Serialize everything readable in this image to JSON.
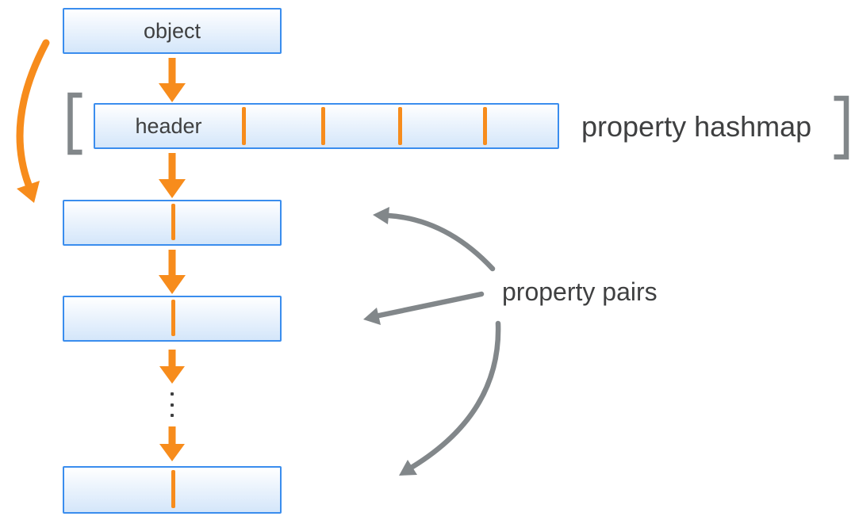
{
  "diagram": {
    "object_label": "object",
    "header_label": "header",
    "hashmap_label": "property hashmap",
    "pairs_label": "property pairs",
    "hashmap_cell_count": 5,
    "visible_pair_boxes": 3,
    "ellipsis_dot_count": 3
  },
  "icons": {
    "down-arrow-icon": "▼",
    "curved-bypass-arrow-icon": "↷",
    "ellipsis-icon": "⋮",
    "left-bracket-icon": "[",
    "right-bracket-icon": "]"
  },
  "colors": {
    "orange": "#f78c1c",
    "blue_border": "#3a8dee",
    "box_fill": "#d4e6fa",
    "gray": "#82878a",
    "text": "#3f4041"
  }
}
